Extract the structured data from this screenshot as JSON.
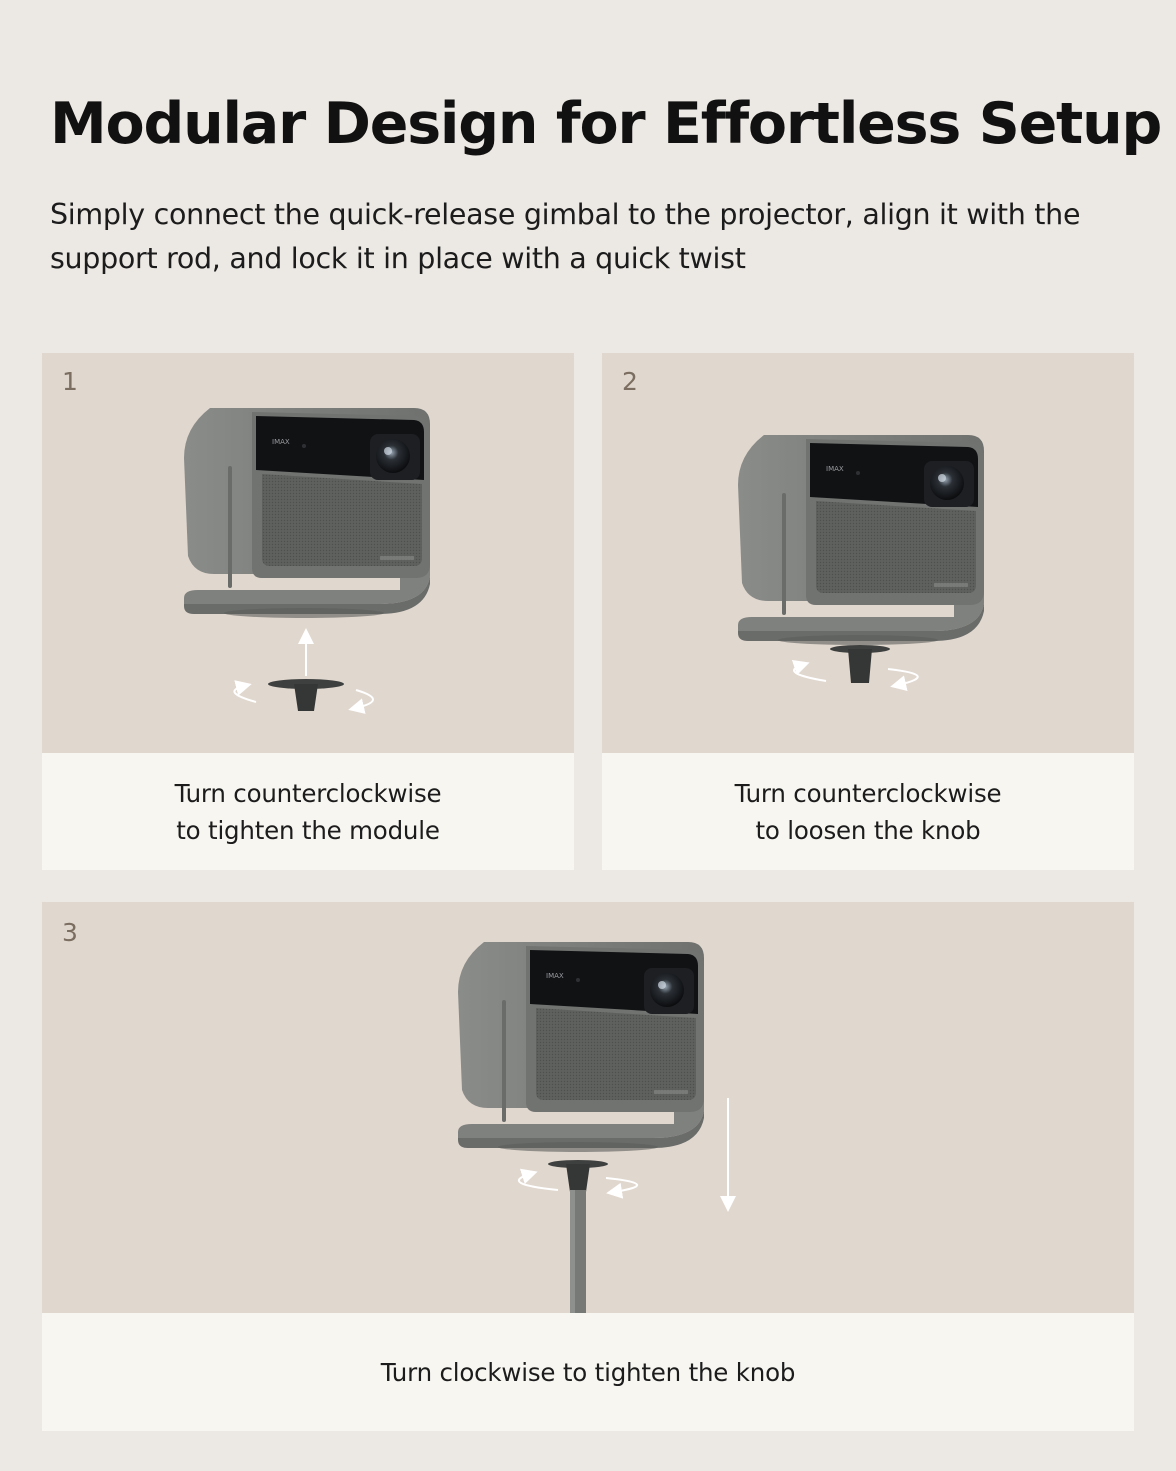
{
  "header": {
    "title": "Modular Design for Effortless Setup",
    "subtitle": "Simply connect the quick-release gimbal to the projector, align it with the support rod, and lock it in place with a quick twist"
  },
  "projector_logo_text": "IMAX",
  "steps": [
    {
      "number": "1",
      "caption_line1": "Turn counterclockwise",
      "caption_line2": "to tighten the module"
    },
    {
      "number": "2",
      "caption_line1": "Turn counterclockwise",
      "caption_line2": "to loosen the knob"
    },
    {
      "number": "3",
      "caption_line1": "Turn clockwise to tighten the knob"
    }
  ],
  "colors": {
    "page_background": "#ece8e3",
    "photo_background": "#e0d7ce",
    "caption_background": "#f8f6f1",
    "step_number": "#7b6e60",
    "projector_body": "#7d7f7d"
  }
}
